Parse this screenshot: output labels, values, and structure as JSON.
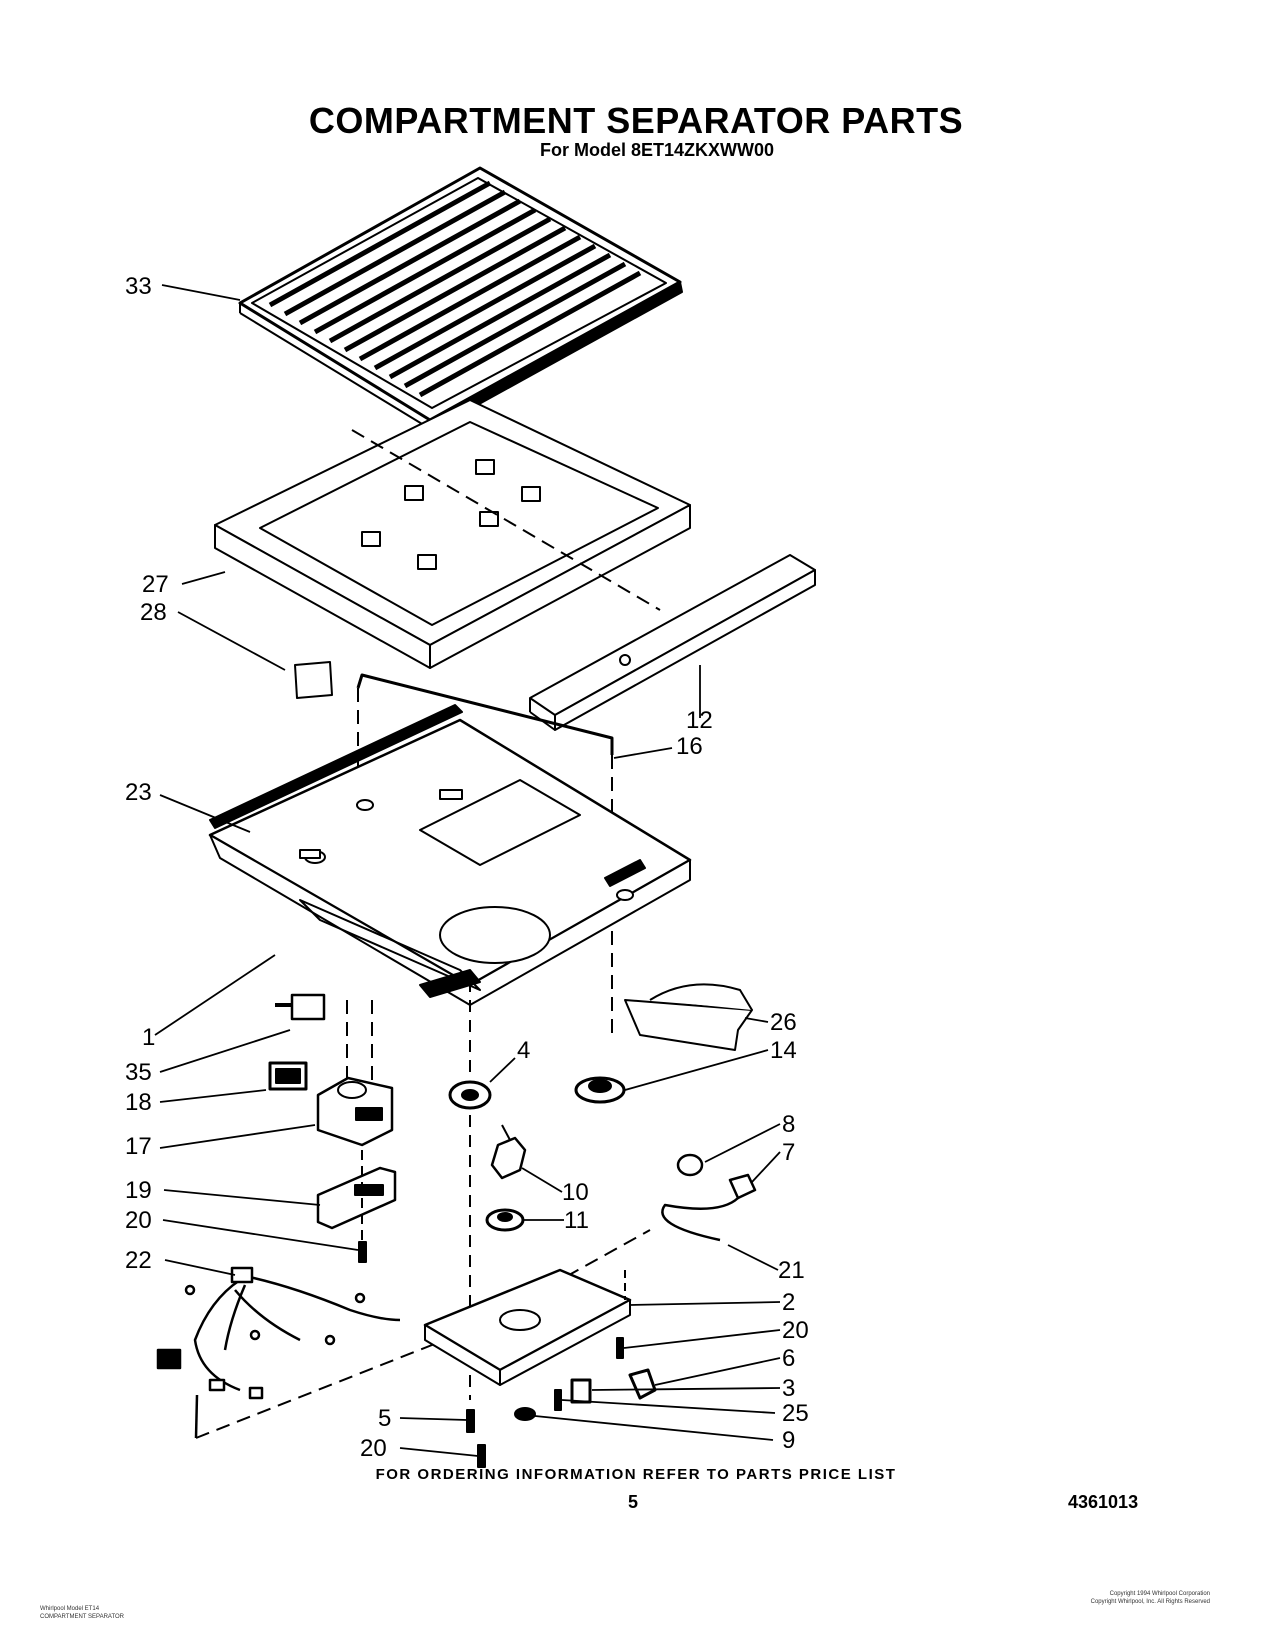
{
  "title": "COMPARTMENT SEPARATOR PARTS",
  "subtitle": "For Model 8ET14ZKXWW00",
  "callouts": [
    "33",
    "27",
    "28",
    "12",
    "16",
    "23",
    "1",
    "26",
    "35",
    "4",
    "14",
    "18",
    "17",
    "8",
    "7",
    "19",
    "10",
    "11",
    "20",
    "22",
    "21",
    "2",
    "20",
    "6",
    "3",
    "25",
    "5",
    "20",
    "9"
  ],
  "footer_note": "FOR ORDERING INFORMATION REFER TO PARTS PRICE LIST",
  "page_number": "5",
  "document_number": "4361013",
  "fine_print_left": [
    "Whirlpool Model ET14",
    "COMPARTMENT SEPARATOR"
  ],
  "fine_print_right": [
    "Copyright 1994 Whirlpool Corporation",
    "Copyright Whirlpool, Inc. All Rights Reserved"
  ]
}
